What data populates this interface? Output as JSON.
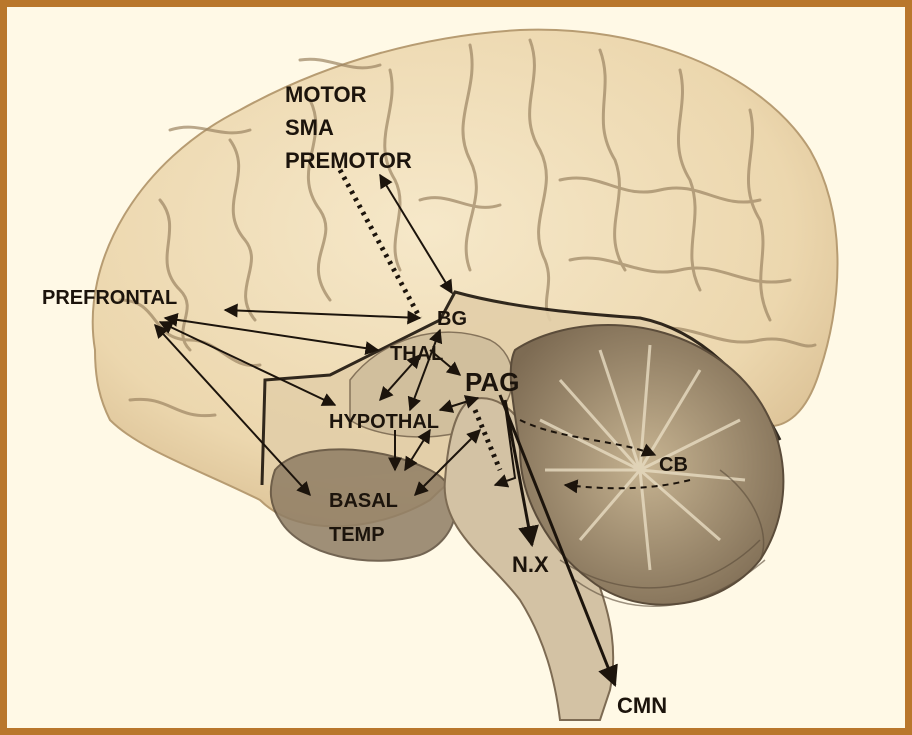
{
  "colors": {
    "frame": "#b9772c",
    "background": "#fff9e6",
    "brain": "#efdcb7",
    "brain_shadow": "#c8ad82",
    "sulci": "#9c8563",
    "brainstem": "#d3c2a4",
    "cerebellum": "#a39070",
    "temporal": "#8f7d64",
    "ink": "#1c140c"
  },
  "labels": {
    "motor": "MOTOR",
    "sma": "SMA",
    "premotor": "PREMOTOR",
    "prefrontal": "PREFRONTAL",
    "bg": "BG",
    "thal": "THAL",
    "pag": "PAG",
    "hypothal": "HYPOTHAL",
    "basal": "BASAL",
    "temp": "TEMP",
    "cb": "CB",
    "nx": "N.X",
    "cmn": "CMN"
  }
}
